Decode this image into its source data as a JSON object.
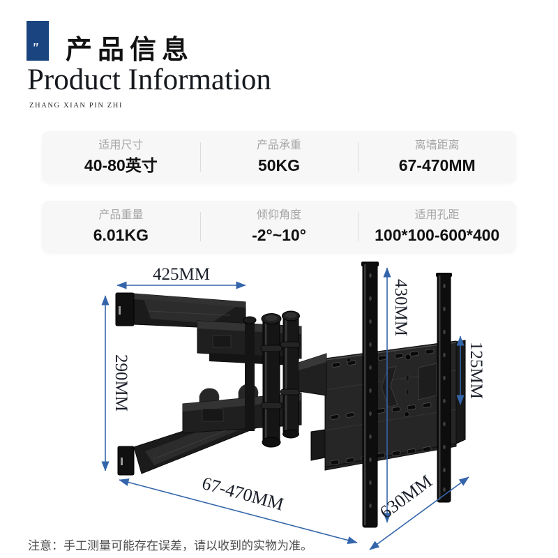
{
  "header": {
    "accent_color": "#1a4480",
    "quote_glyph": "\"",
    "title_cn": "产品信息",
    "title_en": "Product Information",
    "subtitle": "ZHANG XIAN PIN ZHI"
  },
  "specs": {
    "rows": [
      {
        "cells": [
          {
            "label": "适用尺寸",
            "value": "40-80英寸"
          },
          {
            "label": "产品承重",
            "value": "50KG"
          },
          {
            "label": "离墙距离",
            "value": "67-470MM"
          }
        ]
      },
      {
        "cells": [
          {
            "label": "产品重量",
            "value": "6.01KG"
          },
          {
            "label": "倾仰角度",
            "value": "-2°~10°"
          },
          {
            "label": "适用孔距",
            "value": "100*100-600*400"
          }
        ]
      }
    ]
  },
  "diagram": {
    "arrow_color": "#3465ab",
    "dimensions": {
      "arm_width": "425MM",
      "arm_height": "290MM",
      "bracket_height": "430MM",
      "hole_spacing": "125MM",
      "wall_distance": "67-470MM",
      "bracket_width": "630MM"
    }
  },
  "footer": {
    "note": "注意：手工测量可能存在误差，请以收到的实物为准。"
  }
}
